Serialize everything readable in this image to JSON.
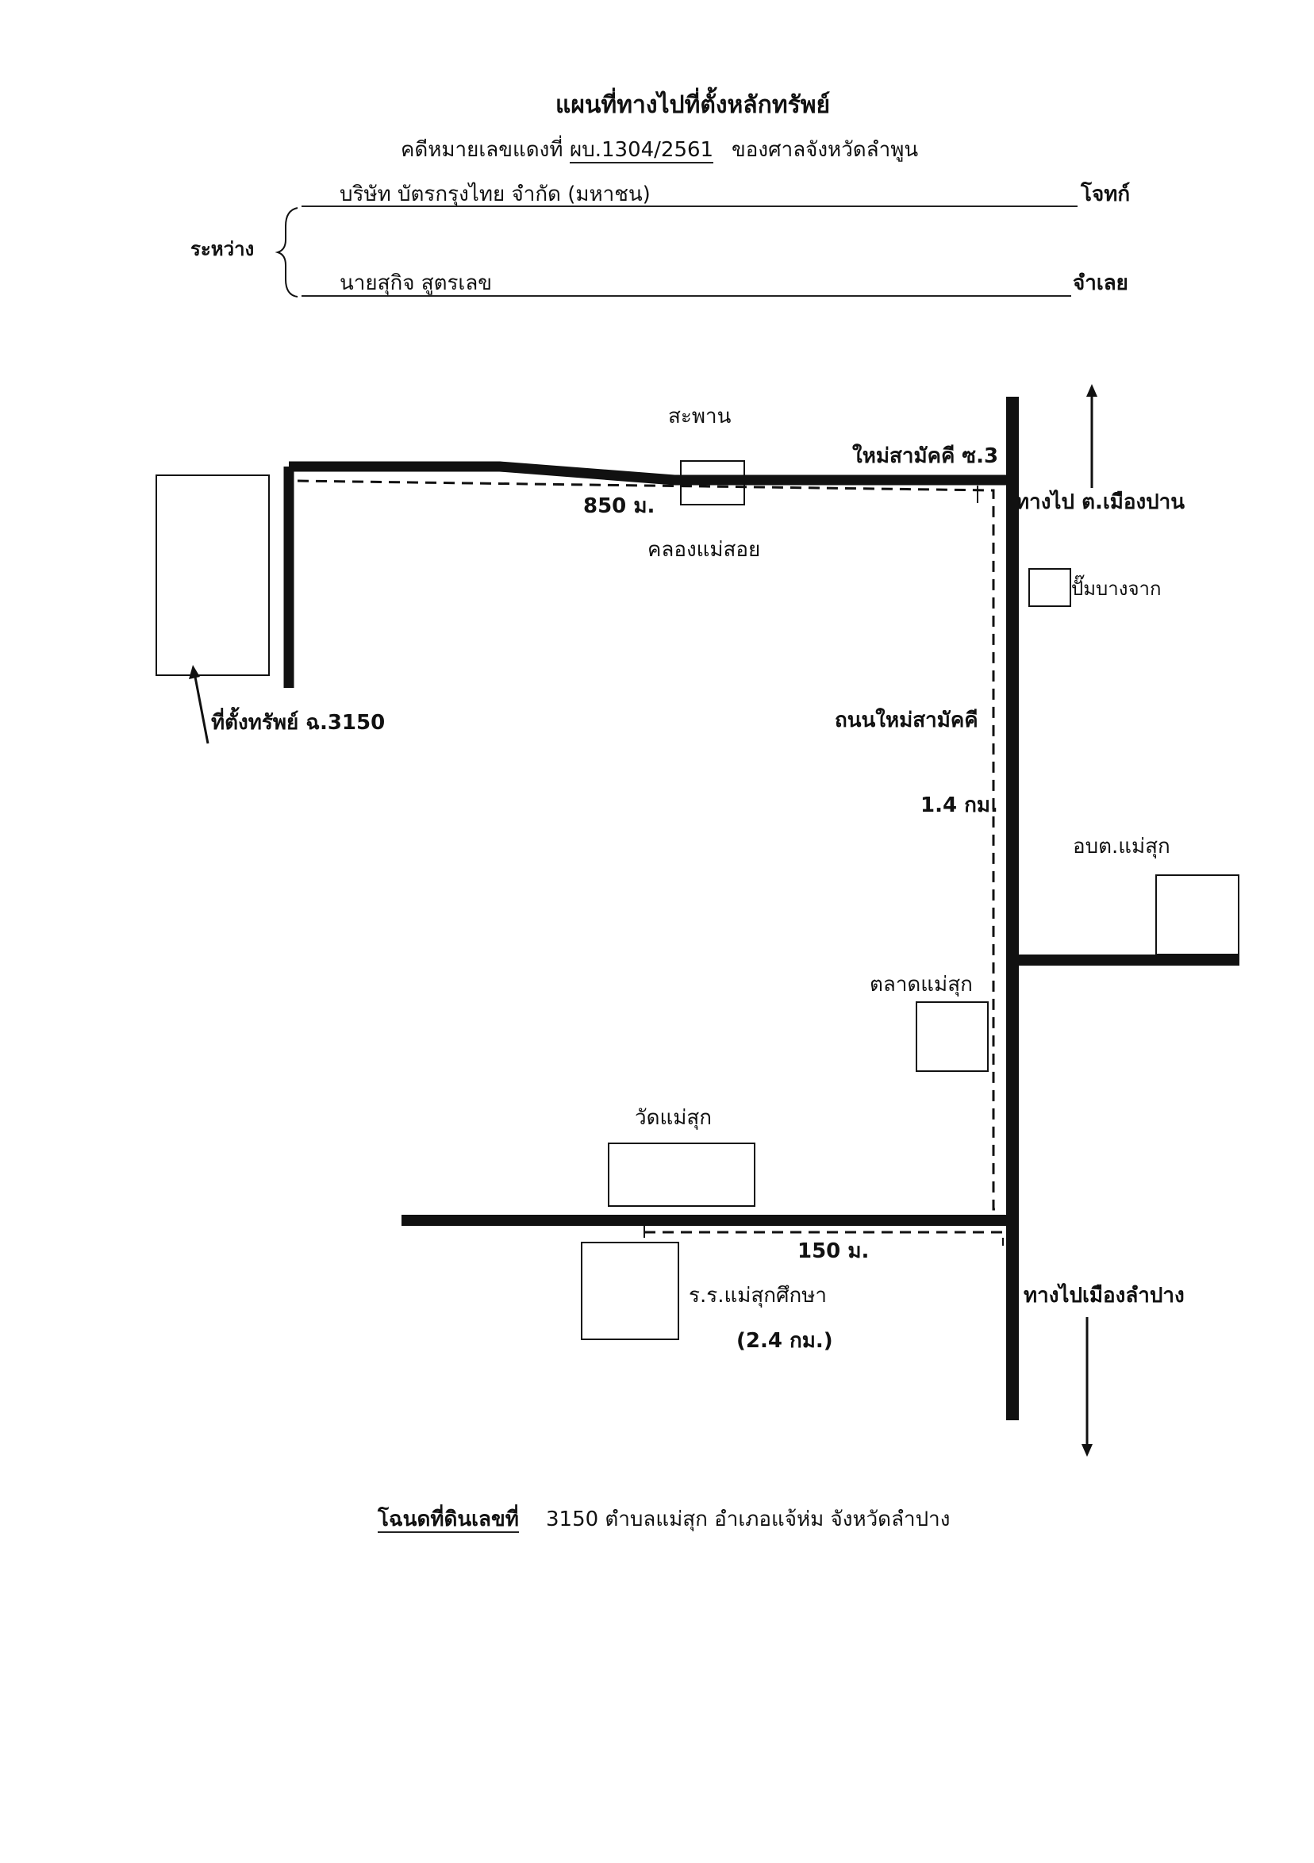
{
  "header": {
    "title": "แผนที่ทางไปที่ตั้งหลักทรัพย์",
    "case_prefix": "คดีหมายเลขแดงที่",
    "case_number": "ผบ.1304/2561",
    "court": "ของศาลจังหวัดลำพูน",
    "between": "ระหว่าง",
    "plaintiff_name": "บริษัท บัตรกรุงไทย จำกัด (มหาชน)",
    "plaintiff_role": "โจทก์",
    "defendant_name": "นายสุกิจ  สูตรเลข",
    "defendant_role": "จำเลย"
  },
  "map": {
    "labels": {
      "bridge": "สะพาน",
      "soi": "ใหม่สามัคคี ซ.3",
      "dist_850": "850 ม.",
      "canal": "คลองแม่สอย",
      "to_muang_pan": "ทางไป ต.เมืองปาน",
      "gas_station": "ปั๊มบางจาก",
      "property": "ที่ตั้งทรัพย์ ฉ.3150",
      "road": "ถนนใหม่สามัคคี",
      "dist_14": "1.4 กม.",
      "sao": "อบต.แม่สุก",
      "market": "ตลาดแม่สุก",
      "temple": "วัดแม่สุก",
      "dist_150": "150 ม.",
      "school": "ร.ร.แม่สุกศึกษา",
      "dist_24": "(2.4 กม.)",
      "to_lampang": "ทางไปเมืองลำปาง"
    }
  },
  "footer": {
    "deed_label": "โฉนดที่ดินเลขที่",
    "deed_text": "3150 ตำบลแม่สุก อำเภอแจ้ห่ม จังหวัดลำปาง"
  }
}
